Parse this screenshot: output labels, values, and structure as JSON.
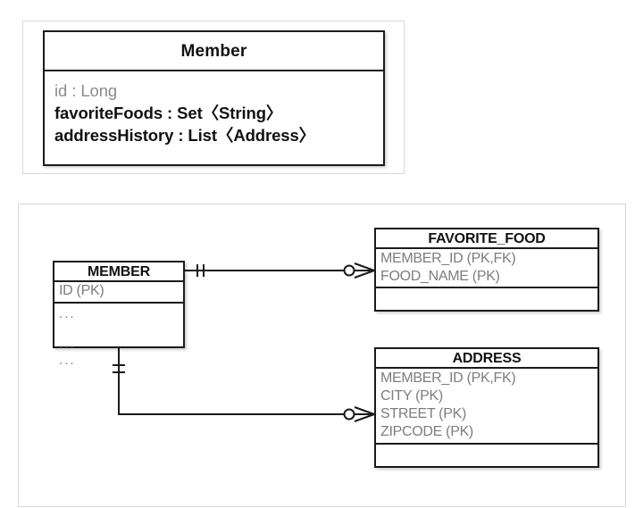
{
  "uml": {
    "class_name": "Member",
    "attributes": [
      {
        "text": "id : Long",
        "style": "muted"
      },
      {
        "text": "favoriteFoods : Set〈String〉",
        "style": "strong"
      },
      {
        "text": "addressHistory : List〈Address〉",
        "style": "strong"
      }
    ]
  },
  "er": {
    "entities": [
      {
        "name": "MEMBER",
        "keys": [
          "ID (PK)"
        ],
        "body": [
          "...",
          "...",
          "..."
        ]
      },
      {
        "name": "FAVORITE_FOOD",
        "keys": [
          "MEMBER_ID (PK,FK)",
          "FOOD_NAME (PK)"
        ],
        "body": []
      },
      {
        "name": "ADDRESS",
        "keys": [
          "MEMBER_ID (PK,FK)",
          "CITY (PK)",
          "STREET (PK)",
          "ZIPCODE (PK)"
        ],
        "body": []
      }
    ],
    "relationships": [
      {
        "from": "MEMBER",
        "to": "FAVORITE_FOOD",
        "from_cardinality": "exactly-one",
        "to_cardinality": "zero-or-many"
      },
      {
        "from": "MEMBER",
        "to": "ADDRESS",
        "from_cardinality": "exactly-one",
        "to_cardinality": "zero-or-many"
      }
    ]
  },
  "colors": {
    "line": "#1a1a1a",
    "text_muted": "#7d7d7d",
    "text_strong": "#111111",
    "panel_border": "#d8d8d8",
    "background": "#ffffff"
  }
}
